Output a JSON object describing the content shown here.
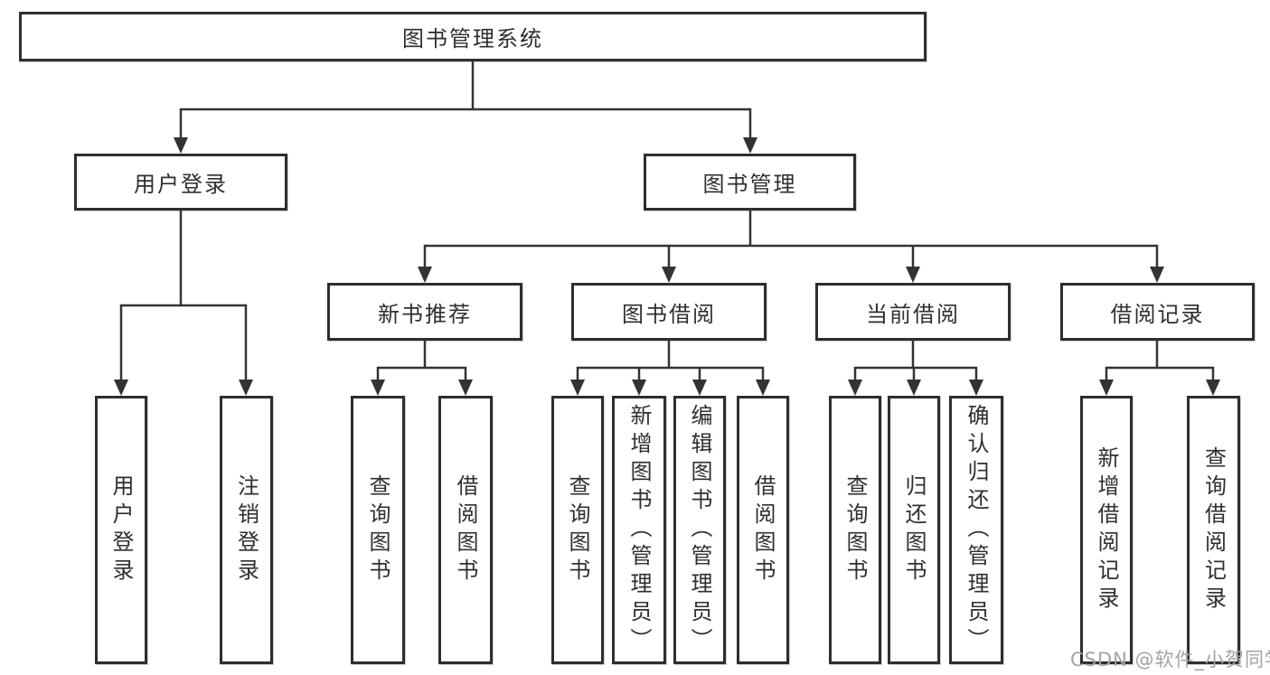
{
  "diagram": {
    "title": "图书管理系统",
    "level2": {
      "user_login": "用户登录",
      "book_mgmt": "图书管理"
    },
    "level3": {
      "new_books": "新书推荐",
      "book_borrow": "图书借阅",
      "current_borrow": "当前借阅",
      "borrow_records": "借阅记录"
    },
    "leaves": {
      "user_login": "用户登录",
      "logout": "注销登录",
      "nb_query_books": "查询图书",
      "nb_borrow_books": "借阅图书",
      "bb_query_books": "查询图书",
      "bb_add_books": "新增图书（管理员）",
      "bb_edit_books": "编辑图书（管理员）",
      "bb_borrow_books": "借阅图书",
      "cb_query_books": "查询图书",
      "cb_return_books": "归还图书",
      "cb_confirm_return": "确认归还（管理员）",
      "br_add_record": "新增借阅记录",
      "br_query_record": "查询借阅记录"
    }
  },
  "watermark": "CSDN @软件_小贺同学",
  "colors": {
    "line": "#333333",
    "box_border": "#2e2e2e",
    "text": "#2f2f2f",
    "background": "#ffffff",
    "watermark": "#a3a3a3"
  }
}
